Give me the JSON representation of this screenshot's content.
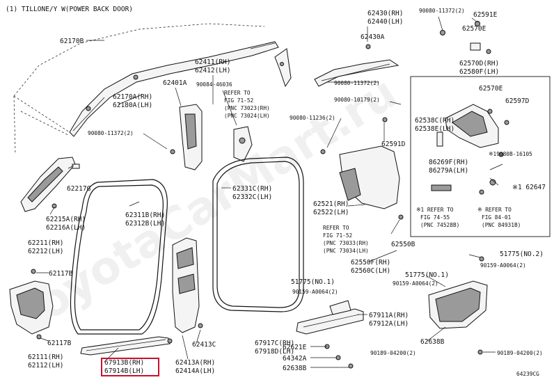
{
  "header_note": "(1) TILLONE/Y W(POWER BACK DOOR)",
  "figure_code": "64239CG",
  "watermark": "ToyotaCarMart.ru",
  "highlighted_label": "67914B(LH)",
  "labels": {
    "l_62430": "62430(RH)",
    "l_62440": "62440(LH)",
    "l_62430A": "62430A",
    "l_90080_11372_top": "90080-11372(2)",
    "l_62591E": "62591E",
    "l_62570E_top": "62570E",
    "l_62570D": "62570D(RH)",
    "l_62580F": "62580F(LH)",
    "l_62170B": "62170B",
    "l_62411": "62411(RH)",
    "l_62412": "62412(LH)",
    "l_62401A": "62401A",
    "l_90084_46036": "90084-46036",
    "l_refer_71_52a": "REFER TO",
    "l_fig_71_52a": "FIG 71-52",
    "l_pnc_73023": "(PNC 73023(RH)",
    "l_pnc_73024": "(PNC 73024(LH)",
    "l_62170A": "62170A(RH)",
    "l_62180A": "62180A(LH)",
    "l_90080_11372_mid": "90080-11372(2)",
    "l_90080_11372_right": "90080-11372(2)",
    "l_90080_10179": "90080-10179(2)",
    "l_90080_11236": "90080-11236(2)",
    "l_62591D": "62591D",
    "l_62570E_box": "62570E",
    "l_62597D": "62597D",
    "l_62538C": "62538C(RH)",
    "l_62538E": "62538E(LH)",
    "l_62269F": "86269F(RH)",
    "l_62279A": "86279A(LH)",
    "l_90080_16105": "※19080B-16105",
    "l_62647": "※1 62647",
    "l_refer_74_55": "※1 REFER TO",
    "l_fig_74_55": "FIG 74-55",
    "l_pnc_74528": "(PNC 74528B)",
    "l_refer_84_01": "※ REFER TO",
    "l_fig_84_01": "FIG 84-01",
    "l_pnc_84931": "(PNC 84931B)",
    "l_62217G": "62217G",
    "l_62215A": "62215A(RH)",
    "l_62216A": "62216A(LH)",
    "l_62211": "62211(RH)",
    "l_62212": "62212(LH)",
    "l_62311B": "62311B(RH)",
    "l_62312B": "62312B(LH)",
    "l_62331C": "62331C(RH)",
    "l_62332C": "62332C(LH)",
    "l_62521": "62521(RH)",
    "l_62522": "62522(LH)",
    "l_refer_71_52b": "REFER TO",
    "l_fig_71_52b": "FIG 71-52",
    "l_pnc_73033": "(PNC 73033(RH)",
    "l_pnc_73034": "(PNC 73034(LH)",
    "l_62550B": "62550B",
    "l_62550F": "62550F(RH)",
    "l_62560C": "62560C(LH)",
    "l_51775_no2": "51775(NO.2)",
    "l_90159_a0064_r": "90159-A0064(2)",
    "l_51775_no1_r": "51775(NO.1)",
    "l_90159_a0064_r2": "90159-A0064(2)",
    "l_51775_no1": "51775(NO.1)",
    "l_90159_a0064": "90159-A0064(2)",
    "l_62117B_top": "62117B",
    "l_62117B_bot": "62117B",
    "l_62111": "62111(RH)",
    "l_62112": "62112(LH)",
    "l_67913B": "67913B(RH)",
    "l_67914B": "67914B(LH)",
    "l_62413C": "62413C",
    "l_62413A": "62413A(RH)",
    "l_62414A": "62414A(LH)",
    "l_67911A": "67911A(RH)",
    "l_67912A": "67912A(LH)",
    "l_67917C": "67917C(RH)",
    "l_67918D": "67918D(LH)",
    "l_62621E": "62621E",
    "l_64342A": "64342A",
    "l_62638B_bot": "62638B",
    "l_90189_04200": "90189-04200(2)",
    "l_62638B_r": "62638B",
    "l_90189_04200_r": "90189-04200(2)"
  }
}
